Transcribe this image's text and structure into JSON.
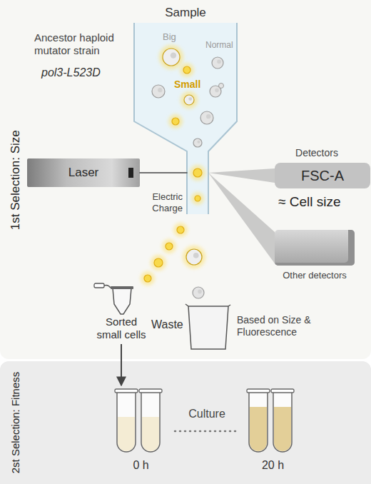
{
  "diagram": {
    "nodes": [
      {
        "text": [
          "1st Selection: Size"
        ]
      },
      {
        "text": [
          "Sample"
        ],
        "in": 0
      },
      {
        "text": [
          "Laser"
        ],
        "in": 0
      },
      {
        "text": [
          "Detectors",
          "FSC-A"
        ],
        "in": 0
      },
      {
        "text": [
          "Other detectors"
        ],
        "in": 0
      },
      {
        "text": [
          "Sorted small cells"
        ],
        "in": 0
      },
      {
        "text": [
          "Waste"
        ],
        "in": 0
      },
      {
        "text": [
          "2st Selection: Fitness"
        ]
      },
      {
        "text": [
          "0 h"
        ],
        "in": 7
      },
      {
        "text": [
          "20 h"
        ],
        "in": 7
      }
    ],
    "edges": [
      {
        "from": 2,
        "to": 1,
        "arrow": "none"
      },
      {
        "from": 1,
        "to": 3,
        "arrow": "none"
      },
      {
        "from": 1,
        "to": 4,
        "arrow": "none"
      },
      {
        "from": 5,
        "to": 8,
        "arrow": "to"
      },
      {
        "from": 8,
        "to": 9,
        "arrow": "none"
      }
    ],
    "labels": [
      "Ancestor haploid mutator strain",
      "pol3-L523D",
      "Big",
      "Normal",
      "Small",
      "Electric Charge",
      "≈ Cell size",
      "Based on Size & Fluorescence",
      "Culture"
    ]
  }
}
